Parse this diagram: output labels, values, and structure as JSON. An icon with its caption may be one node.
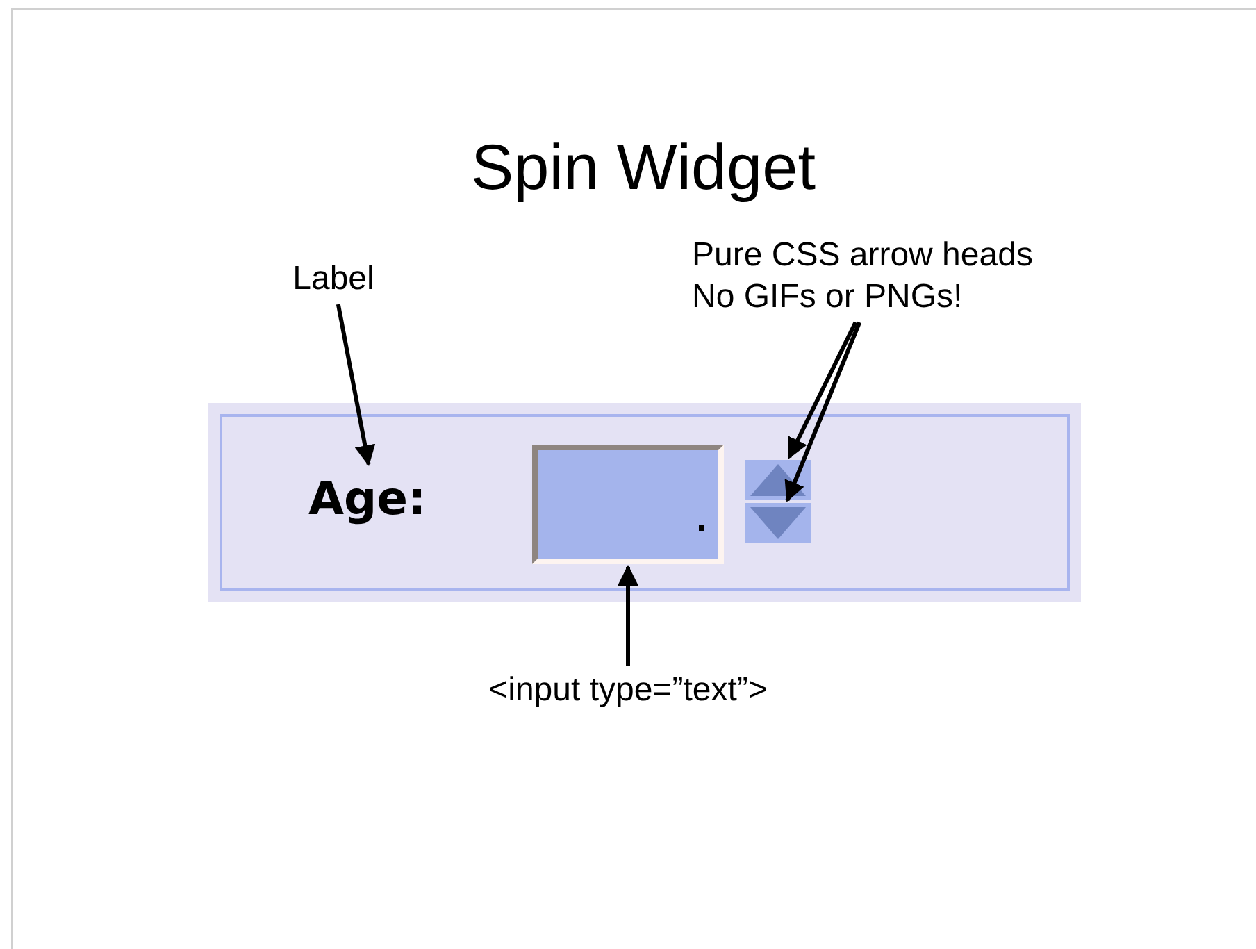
{
  "diagram": {
    "title": "Spin Widget",
    "nodes": [
      {
        "text": [
          "Label"
        ]
      },
      {
        "text": [
          "Pure CSS arrow heads No GIFs or PNGs!"
        ]
      },
      {
        "text": [
          "<input type=”text”>"
        ]
      },
      {
        "text": [],
        "shape": "box"
      },
      {
        "text": [
          "Age:"
        ],
        "in": 3
      },
      {
        "text": [],
        "shape": "box",
        "in": 3
      },
      {
        "text": [],
        "shape": "button",
        "in": 3
      },
      {
        "text": [],
        "shape": "button",
        "in": 3
      }
    ],
    "edges": [
      {
        "from": 0,
        "to": 4,
        "arrow": "to"
      },
      {
        "from": 1,
        "to": 6,
        "arrow": "to"
      },
      {
        "from": 1,
        "to": 7,
        "arrow": "to"
      },
      {
        "from": 2,
        "to": 5,
        "arrow": "to"
      }
    ]
  }
}
